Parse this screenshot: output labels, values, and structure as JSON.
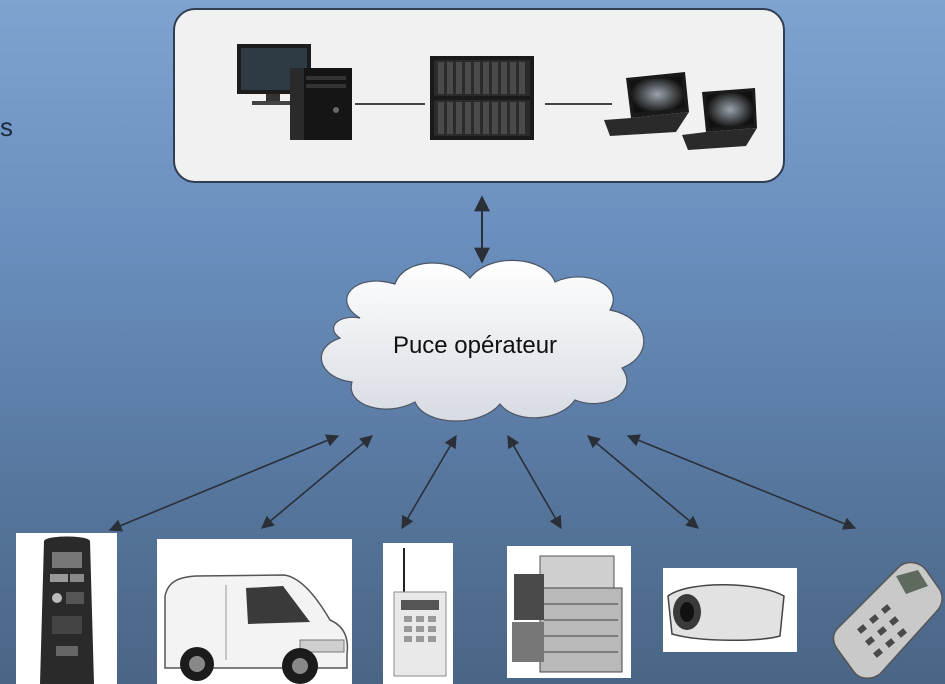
{
  "side_glyph": "s",
  "cloud": {
    "label": "Puce opérateur"
  },
  "server_group": {
    "devices": [
      {
        "name": "desktop-computer",
        "icon": "desktop-pc-icon"
      },
      {
        "name": "blade-server",
        "icon": "server-rack-icon"
      },
      {
        "name": "laptop-1",
        "icon": "laptop-icon"
      },
      {
        "name": "laptop-2",
        "icon": "laptop-icon"
      }
    ]
  },
  "endpoints": [
    {
      "name": "parking-meter",
      "icon": "parking-meter-icon"
    },
    {
      "name": "delivery-van",
      "icon": "van-icon"
    },
    {
      "name": "alarm-box",
      "icon": "alarm-panel-icon"
    },
    {
      "name": "photocopier",
      "icon": "copier-icon"
    },
    {
      "name": "security-camera",
      "icon": "camera-housing-icon"
    },
    {
      "name": "payment-terminal",
      "icon": "card-terminal-icon"
    }
  ],
  "colors": {
    "background_top": "#7fa3cf",
    "background_bottom": "#4a6585",
    "panel_fill": "#f1f1f1",
    "panel_border": "#2f3e52",
    "arrow": "#2a2f38"
  }
}
